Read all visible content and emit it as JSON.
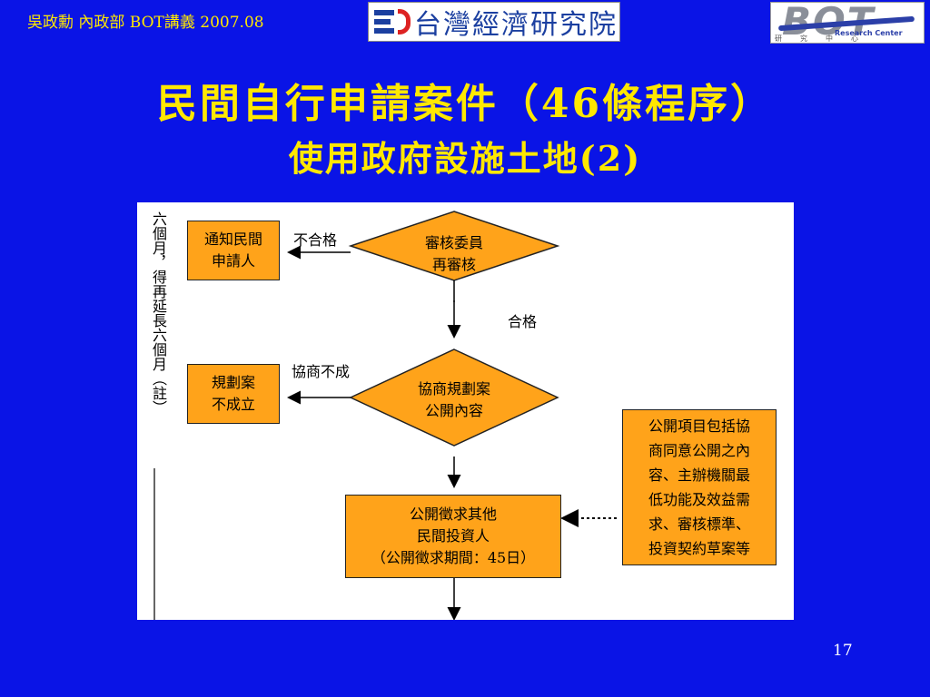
{
  "header": {
    "text": "吳政勳 內政部 BOT講義 2007.08",
    "logo_tier": "台灣經濟研究院",
    "logo_bot": "BOT",
    "logo_bot_sub": "Research Center",
    "logo_bot_cn": "研究中心"
  },
  "title": {
    "line1": "民間自行申請案件（46條程序）",
    "line2": "使用政府設施土地(2)"
  },
  "flow": {
    "side_note": "六個月，得再延長六個月（註）",
    "box_notify": "通知民間\n申請人",
    "label_fail": "不合格",
    "diamond_review": "審核委員\n再審核",
    "label_pass": "合格",
    "box_plan_fail": "規劃案\n不成立",
    "label_nego_fail": "協商不成",
    "diamond_nego": "協商規劃案\n公開內容",
    "box_solicit": "公開徵求其他\n民間投資人\n（公開徵求期間：45日）",
    "box_items": "公開項目包括協\n商同意公開之內\n容、主辦機關最\n低功能及效益需\n求、審核標準、\n投資契約草案等"
  },
  "colors": {
    "background": "#0a14e6",
    "title": "#ffe800",
    "box_fill": "#ffa31a"
  },
  "page_number": "17"
}
